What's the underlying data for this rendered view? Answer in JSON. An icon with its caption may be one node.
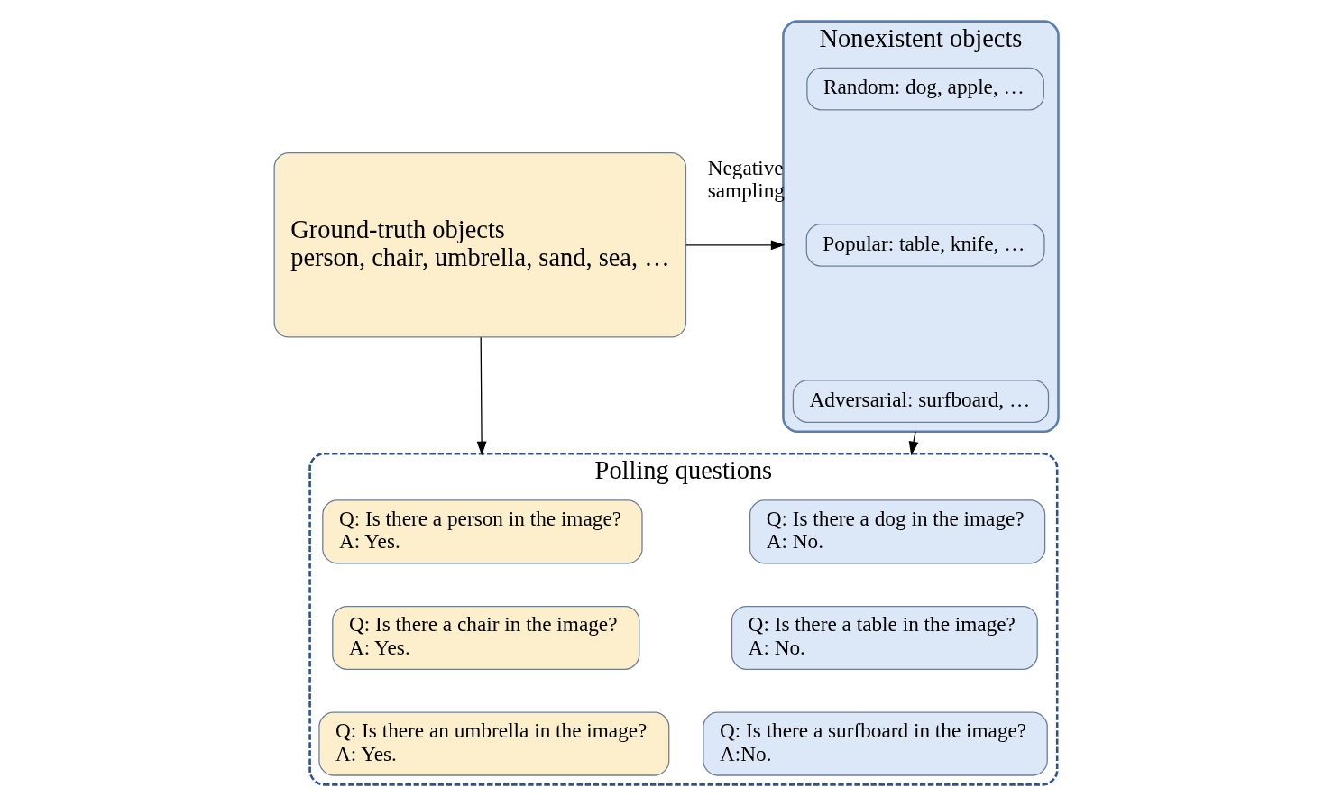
{
  "diagram": {
    "nodes": [
      {
        "text": [
          "Ground-truth objects",
          "person, chair, umbrella, sand, sea, …"
        ]
      },
      {
        "text": [
          "Nonexistent objects"
        ]
      },
      {
        "text": [
          "Random: dog, apple, …"
        ],
        "in": 1
      },
      {
        "text": [
          "Popular: table, knife, …"
        ],
        "in": 1
      },
      {
        "text": [
          "Adversarial: surfboard, …"
        ],
        "in": 1
      },
      {
        "text": [
          "Polling questions"
        ]
      },
      {
        "text": [
          "Q: Is there a person in the image?",
          "A: Yes."
        ],
        "in": 5
      },
      {
        "text": [
          "Q: Is there a chair in the image?",
          "A: Yes."
        ],
        "in": 5
      },
      {
        "text": [
          "Q: Is there an umbrella in the image?",
          "A: Yes."
        ],
        "in": 5
      },
      {
        "text": [
          "Q: Is there a dog in the image?",
          "A: No."
        ],
        "in": 5
      },
      {
        "text": [
          "Q: Is there a table in the image?",
          "A: No."
        ],
        "in": 5
      },
      {
        "text": [
          "Q: Is there a surfboard in the image?",
          "A:No."
        ],
        "in": 5
      }
    ],
    "edges": [
      {
        "from": 0,
        "to": 1,
        "arrow": "to",
        "label": "Negative sampling"
      },
      {
        "from": 0,
        "to": 5,
        "arrow": "to"
      },
      {
        "from": 1,
        "to": 5,
        "arrow": "to"
      }
    ]
  }
}
